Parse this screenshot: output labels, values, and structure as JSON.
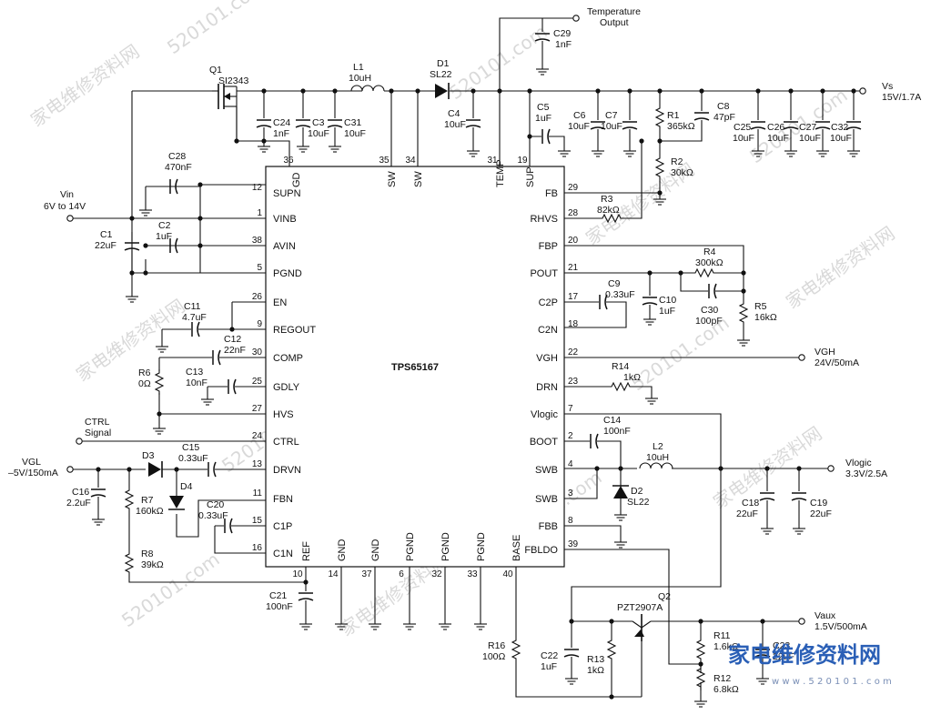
{
  "chip": {
    "name": "TPS65167",
    "left_pins": [
      {
        "num": "12",
        "label": "SUPN"
      },
      {
        "num": "1",
        "label": "VINB"
      },
      {
        "num": "38",
        "label": "AVIN"
      },
      {
        "num": "5",
        "label": "PGND"
      },
      {
        "num": "26",
        "label": "EN"
      },
      {
        "num": "9",
        "label": "REGOUT"
      },
      {
        "num": "30",
        "label": "COMP"
      },
      {
        "num": "25",
        "label": "GDLY"
      },
      {
        "num": "27",
        "label": "HVS"
      },
      {
        "num": "24",
        "label": "CTRL"
      },
      {
        "num": "13",
        "label": "DRVN"
      },
      {
        "num": "11",
        "label": "FBN"
      },
      {
        "num": "15",
        "label": "C1P"
      },
      {
        "num": "16",
        "label": "C1N"
      }
    ],
    "right_pins": [
      {
        "num": "29",
        "label": "FB"
      },
      {
        "num": "28",
        "label": "RHVS"
      },
      {
        "num": "20",
        "label": "FBP"
      },
      {
        "num": "21",
        "label": "POUT"
      },
      {
        "num": "17",
        "label": "C2P"
      },
      {
        "num": "18",
        "label": "C2N"
      },
      {
        "num": "22",
        "label": "VGH"
      },
      {
        "num": "23",
        "label": "DRN"
      },
      {
        "num": "7",
        "label": "Vlogic"
      },
      {
        "num": "2",
        "label": "BOOT"
      },
      {
        "num": "4",
        "label": "SWB"
      },
      {
        "num": "3",
        "label": "SWB"
      },
      {
        "num": "8",
        "label": "FBB"
      },
      {
        "num": "39",
        "label": "FBLDO"
      }
    ],
    "top_pins": [
      {
        "num": "36",
        "label": "GD"
      },
      {
        "num": "35",
        "label": "SW"
      },
      {
        "num": "34",
        "label": "SW"
      },
      {
        "num": "31",
        "label": "TEMP"
      },
      {
        "num": "19",
        "label": "SUP"
      }
    ],
    "bottom_pins": [
      {
        "num": "10",
        "label": "REF"
      },
      {
        "num": "14",
        "label": "GND"
      },
      {
        "num": "37",
        "label": "GND"
      },
      {
        "num": "6",
        "label": "PGND"
      },
      {
        "num": "32",
        "label": "PGND"
      },
      {
        "num": "33",
        "label": "PGND"
      },
      {
        "num": "40",
        "label": "BASE"
      }
    ]
  },
  "components": [
    {
      "ref": "Q1",
      "value": "SI2343"
    },
    {
      "ref": "L1",
      "value": "10uH"
    },
    {
      "ref": "D1",
      "value": "SL22"
    },
    {
      "ref": "C29",
      "value": "1nF"
    },
    {
      "ref": "C24",
      "value": "1nF"
    },
    {
      "ref": "C3",
      "value": "10uF"
    },
    {
      "ref": "C31",
      "value": "10uF"
    },
    {
      "ref": "C4",
      "value": "10uF"
    },
    {
      "ref": "C5",
      "value": "1uF"
    },
    {
      "ref": "C6",
      "value": "10uF"
    },
    {
      "ref": "C7",
      "value": "10uF"
    },
    {
      "ref": "R1",
      "value": "365kΩ"
    },
    {
      "ref": "C8",
      "value": "47pF"
    },
    {
      "ref": "C25",
      "value": "10uF"
    },
    {
      "ref": "C26",
      "value": "10uF"
    },
    {
      "ref": "C27",
      "value": "10uF"
    },
    {
      "ref": "C32",
      "value": "10uF"
    },
    {
      "ref": "R2",
      "value": "30kΩ"
    },
    {
      "ref": "R3",
      "value": "82kΩ"
    },
    {
      "ref": "C28",
      "value": "470nF"
    },
    {
      "ref": "C1",
      "value": "22uF"
    },
    {
      "ref": "C2",
      "value": "1uF"
    },
    {
      "ref": "C9",
      "value": "0.33uF"
    },
    {
      "ref": "R4",
      "value": "300kΩ"
    },
    {
      "ref": "C10",
      "value": "1uF"
    },
    {
      "ref": "C30",
      "value": "100pF"
    },
    {
      "ref": "R5",
      "value": "16kΩ"
    },
    {
      "ref": "C11",
      "value": "4.7uF"
    },
    {
      "ref": "C12",
      "value": "22nF"
    },
    {
      "ref": "R6",
      "value": "0Ω"
    },
    {
      "ref": "C13",
      "value": "10nF"
    },
    {
      "ref": "R14",
      "value": "1kΩ"
    },
    {
      "ref": "C14",
      "value": "100nF"
    },
    {
      "ref": "L2",
      "value": "10uH"
    },
    {
      "ref": "D2",
      "value": "SL22"
    },
    {
      "ref": "C18",
      "value": "22uF"
    },
    {
      "ref": "C19",
      "value": "22uF"
    },
    {
      "ref": "D3",
      "value": ""
    },
    {
      "ref": "C15",
      "value": "0.33uF"
    },
    {
      "ref": "D4",
      "value": ""
    },
    {
      "ref": "C16",
      "value": "2.2uF"
    },
    {
      "ref": "R7",
      "value": "160kΩ"
    },
    {
      "ref": "C20",
      "value": "0.33uF"
    },
    {
      "ref": "R8",
      "value": "39kΩ"
    },
    {
      "ref": "C21",
      "value": "100nF"
    },
    {
      "ref": "Q2",
      "value": "PZT2907A"
    },
    {
      "ref": "R11",
      "value": "1.6kΩ"
    },
    {
      "ref": "C23",
      "value": "22uF"
    },
    {
      "ref": "R12",
      "value": "6.8kΩ"
    },
    {
      "ref": "R13",
      "value": "1kΩ"
    },
    {
      "ref": "C22",
      "value": "1uF"
    },
    {
      "ref": "R16",
      "value": "100Ω"
    }
  ],
  "nets": {
    "vin": {
      "name": "Vin",
      "value": "6V to 14V"
    },
    "vs": {
      "name": "Vs",
      "value": "15V/1.7A"
    },
    "temp_line1": "Temperature",
    "temp_line2": "Output",
    "vgh": {
      "name": "VGH",
      "value": "24V/50mA"
    },
    "vlogic": {
      "name": "Vlogic",
      "value": "3.3V/2.5A"
    },
    "vgl": {
      "name": "VGL",
      "value": "–5V/150mA"
    },
    "ctrl_line1": "CTRL",
    "ctrl_line2": "Signal",
    "vaux": {
      "name": "Vaux",
      "value": "1.5V/500mA"
    }
  },
  "watermark": {
    "text": "家电维修资料网",
    "url": "520101.com"
  },
  "logo": {
    "text": "家电维修资料网",
    "url": "w w w . 5 2 0 1 0 1 . c o m"
  }
}
